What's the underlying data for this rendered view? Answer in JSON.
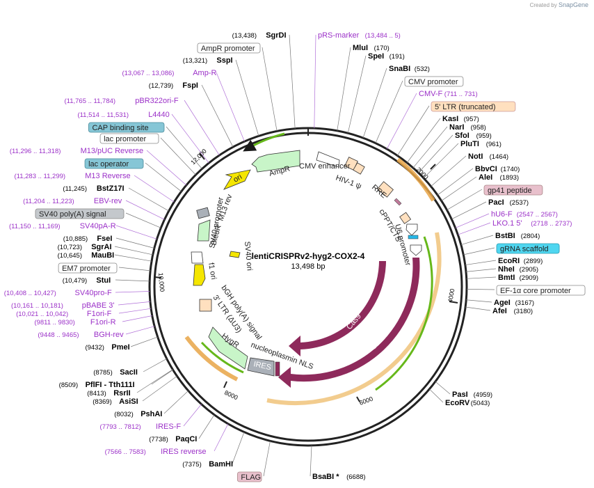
{
  "plasmid": {
    "name": "lentiCRISPRv2-hyg2-COX2-4",
    "size_label": "13,498 bp",
    "length": 13498
  },
  "credit": {
    "prefix": "Created by",
    "brand": "SnapGene"
  },
  "colors": {
    "primer": "#9b30c8",
    "site": "#000000",
    "cas9": "#8e2a5b",
    "resistance": "#c8f5c8",
    "ori": "#f5e600",
    "promoter": "#ffffff",
    "ltr": "#ffe0bf",
    "orange_arc": "#e8a546",
    "green_arc": "#66b81a"
  },
  "labels_right": [
    {
      "text": "pRS-marker",
      "pos": "(13,484 .. 5)",
      "kind": "primer"
    },
    {
      "text": "MluI",
      "pos": "(170)",
      "kind": "site"
    },
    {
      "text": "SpeI",
      "pos": "(191)",
      "kind": "site"
    },
    {
      "text": "SnaBI",
      "pos": "(532)",
      "kind": "site"
    },
    {
      "text": "CMV promoter",
      "pos": "",
      "kind": "box-white"
    },
    {
      "text": "CMV-F",
      "pos": "(711 .. 731)",
      "kind": "primer"
    },
    {
      "text": "5' LTR (truncated)",
      "pos": "",
      "kind": "box-ltr"
    },
    {
      "text": "KasI",
      "pos": "(957)",
      "kind": "site"
    },
    {
      "text": "NarI",
      "pos": "(958)",
      "kind": "site"
    },
    {
      "text": "SfoI",
      "pos": "(959)",
      "kind": "site"
    },
    {
      "text": "PluTI",
      "pos": "(961)",
      "kind": "site"
    },
    {
      "text": "NotI",
      "pos": "(1464)",
      "kind": "site"
    },
    {
      "text": "BbvCI",
      "pos": "(1740)",
      "kind": "site"
    },
    {
      "text": "AleI",
      "pos": "(1893)",
      "kind": "site"
    },
    {
      "text": "gp41 peptide",
      "pos": "",
      "kind": "box-pink"
    },
    {
      "text": "PacI",
      "pos": "(2537)",
      "kind": "site"
    },
    {
      "text": "hU6-F",
      "pos": "(2547 .. 2567)",
      "kind": "primer"
    },
    {
      "text": "LKO.1 5'",
      "pos": "(2718 .. 2737)",
      "kind": "primer"
    },
    {
      "text": "BstBI",
      "pos": "(2804)",
      "kind": "site"
    },
    {
      "text": "gRNA scaffold",
      "pos": "",
      "kind": "box-cyan"
    },
    {
      "text": "EcoRI",
      "pos": "(2899)",
      "kind": "site"
    },
    {
      "text": "NheI",
      "pos": "(2905)",
      "kind": "site"
    },
    {
      "text": "BmtI",
      "pos": "(2909)",
      "kind": "site"
    },
    {
      "text": "EF-1α core promoter",
      "pos": "",
      "kind": "box-white"
    },
    {
      "text": "AgeI",
      "pos": "(3167)",
      "kind": "site"
    },
    {
      "text": "AfeI",
      "pos": "(3180)",
      "kind": "site"
    },
    {
      "text": "PasI",
      "pos": "(4959)",
      "kind": "site"
    },
    {
      "text": "EcoRV",
      "pos": "(5043)",
      "kind": "site"
    },
    {
      "text": "BsaBI *",
      "pos": "(6688)",
      "kind": "site"
    }
  ],
  "labels_left": [
    {
      "text": "SgrDI",
      "pos": "(13,438)",
      "kind": "site"
    },
    {
      "text": "AmpR promoter",
      "pos": "",
      "kind": "box-white"
    },
    {
      "text": "SspI",
      "pos": "(13,321)",
      "kind": "site"
    },
    {
      "text": "Amp-R",
      "pos": "(13,067 .. 13,086)",
      "kind": "primer"
    },
    {
      "text": "FspI",
      "pos": "(12,739)",
      "kind": "site"
    },
    {
      "text": "pBR322ori-F",
      "pos": "(11,765 .. 11,784)",
      "kind": "primer"
    },
    {
      "text": "L4440",
      "pos": "(11,514 .. 11,531)",
      "kind": "primer"
    },
    {
      "text": "CAP binding site",
      "pos": "",
      "kind": "box-teal"
    },
    {
      "text": "lac promoter",
      "pos": "",
      "kind": "box-white"
    },
    {
      "text": "M13/pUC Reverse",
      "pos": "(11,296 .. 11,318)",
      "kind": "primer"
    },
    {
      "text": "lac operator",
      "pos": "",
      "kind": "box-teal"
    },
    {
      "text": "M13 Reverse",
      "pos": "(11,283 .. 11,299)",
      "kind": "primer"
    },
    {
      "text": "BstZ17I",
      "pos": "(11,245)",
      "kind": "site"
    },
    {
      "text": "EBV-rev",
      "pos": "(11,204 .. 11,223)",
      "kind": "primer"
    },
    {
      "text": "SV40 poly(A) signal",
      "pos": "",
      "kind": "box-grey"
    },
    {
      "text": "SV40pA-R",
      "pos": "(11,150 .. 11,169)",
      "kind": "primer"
    },
    {
      "text": "FseI",
      "pos": "(10,885)",
      "kind": "site"
    },
    {
      "text": "SgrAI",
      "pos": "(10,723)",
      "kind": "site"
    },
    {
      "text": "MauBI",
      "pos": "(10,645)",
      "kind": "site"
    },
    {
      "text": "EM7 promoter",
      "pos": "",
      "kind": "box-white"
    },
    {
      "text": "StuI",
      "pos": "(10,479)",
      "kind": "site"
    },
    {
      "text": "SV40pro-F",
      "pos": "(10,408 .. 10,427)",
      "kind": "primer"
    },
    {
      "text": "pBABE 3'",
      "pos": "(10,161 .. 10,181)",
      "kind": "primer"
    },
    {
      "text": "F1ori-F",
      "pos": "(10,021 .. 10,042)",
      "kind": "primer"
    },
    {
      "text": "F1ori-R",
      "pos": "(9811 .. 9830)",
      "kind": "primer"
    },
    {
      "text": "BGH-rev",
      "pos": "(9448 .. 9465)",
      "kind": "primer"
    },
    {
      "text": "PmeI",
      "pos": "(9432)",
      "kind": "site"
    },
    {
      "text": "SacII",
      "pos": "(8785)",
      "kind": "site"
    },
    {
      "text": "PflFI - Tth111I",
      "pos": "(8509)",
      "kind": "site"
    },
    {
      "text": "RsrII",
      "pos": "(8413)",
      "kind": "site"
    },
    {
      "text": "AsiSI",
      "pos": "(8369)",
      "kind": "site"
    },
    {
      "text": "PshAI",
      "pos": "(8032)",
      "kind": "site"
    },
    {
      "text": "IRES-F",
      "pos": "(7793 .. 7812)",
      "kind": "primer"
    },
    {
      "text": "PaqCI",
      "pos": "(7738)",
      "kind": "site"
    },
    {
      "text": "IRES reverse",
      "pos": "(7566 .. 7583)",
      "kind": "primer"
    },
    {
      "text": "BamHI",
      "pos": "(7375)",
      "kind": "site"
    },
    {
      "text": "FLAG",
      "pos": "",
      "kind": "box-pink"
    }
  ],
  "inner_labels": {
    "ampr": "AmpR",
    "ori": "ori",
    "cmv_enhancer": "CMV enhancer",
    "hiv_psi": "HIV-1 ψ",
    "rre": "RRE",
    "cppt": "cPPT/CTS",
    "u6": "U6 promoter",
    "cas9_inner": "Cas9",
    "cas9_outer": "Cas9",
    "nls": "nucleoplasmin NLS",
    "ires": "IRES",
    "hygr": "HygR",
    "bgh": "bGH poly(A) signal",
    "ltr3": "3' LTR (ΔU3)",
    "f1ori": "f1 ori",
    "sv40ori": "SV40 ori",
    "sv40prom": "SV40 promoter",
    "bleor": "BleoR",
    "m13rev": "M13 rev"
  },
  "ticks": [
    "2000",
    "4000",
    "6000",
    "8000",
    "10,000",
    "12,000"
  ]
}
